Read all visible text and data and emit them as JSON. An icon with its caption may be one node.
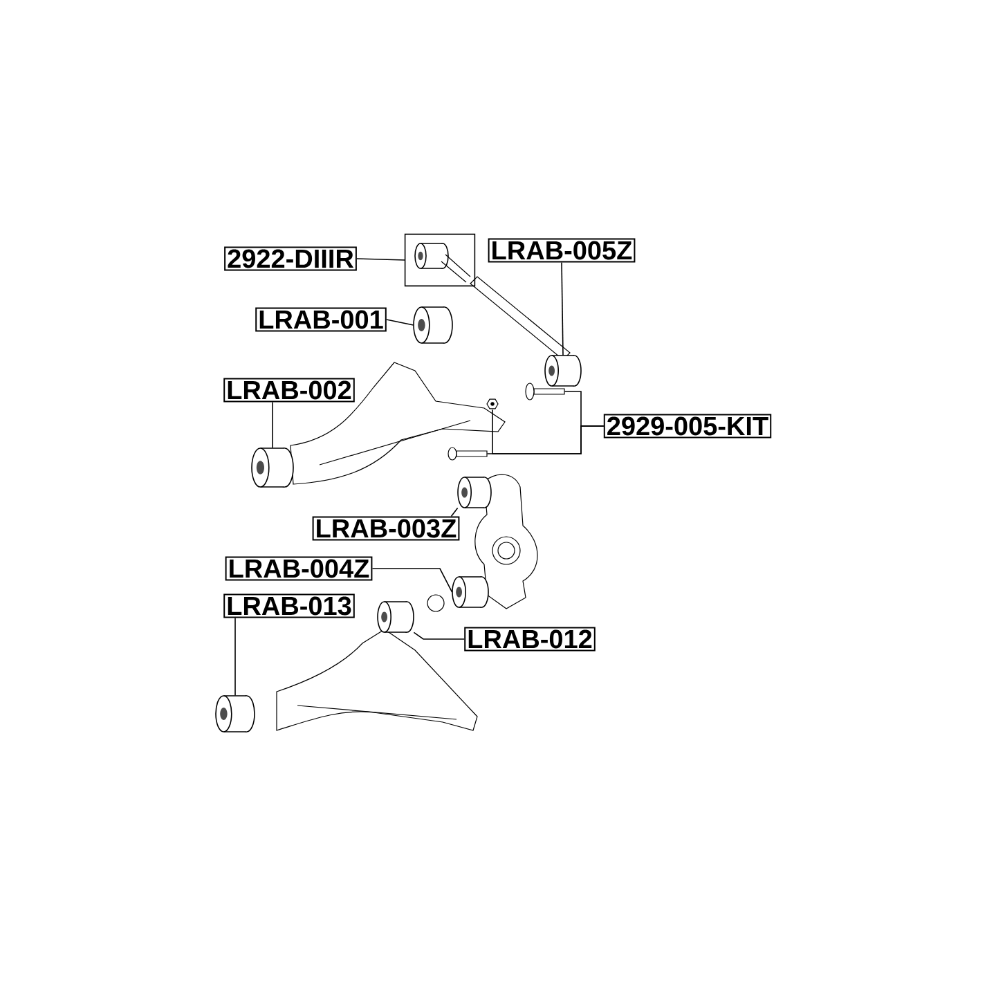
{
  "diagram": {
    "nodes": [
      {
        "text": [
          "2922-DIIIR"
        ]
      },
      {
        "text": [
          "LRAB-005Z"
        ]
      },
      {
        "text": [
          "LRAB-001"
        ]
      },
      {
        "text": [
          "LRAB-002"
        ]
      },
      {
        "text": [
          "2929-005-KIT"
        ]
      },
      {
        "text": [
          "LRAB-003Z"
        ]
      },
      {
        "text": [
          "LRAB-004Z"
        ]
      },
      {
        "text": [
          "LRAB-013"
        ]
      },
      {
        "text": [
          "LRAB-012"
        ]
      },
      {
        "text": [],
        "shape": "box"
      },
      {
        "text": [],
        "shape": "cylinder"
      },
      {
        "text": [],
        "shape": "cylinder"
      },
      {
        "text": [],
        "shape": "cylinder"
      },
      {
        "text": [],
        "shape": "picture"
      },
      {
        "text": [],
        "shape": "picture"
      },
      {
        "text": [],
        "shape": "picture"
      },
      {
        "text": [],
        "shape": "cylinder"
      },
      {
        "text": [],
        "shape": "cylinder"
      },
      {
        "text": [],
        "shape": "cylinder"
      },
      {
        "text": [],
        "shape": "cylinder"
      }
    ],
    "edges": [
      {
        "from": 0,
        "to": 9,
        "arrow": "none"
      },
      {
        "from": 1,
        "to": 10,
        "arrow": "none"
      },
      {
        "from": 2,
        "to": 11,
        "arrow": "none"
      },
      {
        "from": 3,
        "to": 12,
        "arrow": "none"
      },
      {
        "from": 4,
        "to": 13,
        "arrow": "none"
      },
      {
        "from": 4,
        "to": 14,
        "arrow": "none"
      },
      {
        "from": 4,
        "to": 15,
        "arrow": "none"
      },
      {
        "from": 5,
        "to": 16,
        "arrow": "none"
      },
      {
        "from": 6,
        "to": 17,
        "arrow": "none"
      },
      {
        "from": 7,
        "to": 18,
        "arrow": "none"
      },
      {
        "from": 8,
        "to": 19,
        "arrow": "none"
      }
    ]
  }
}
